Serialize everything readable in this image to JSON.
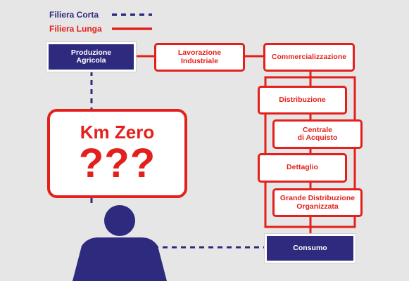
{
  "legend": {
    "short_chain": "Filiera Corta",
    "long_chain": "Filiera Lunga"
  },
  "colors": {
    "background": "#e6e6e6",
    "short_chain": "#2e2a7e",
    "long_chain": "#e3201b"
  },
  "nodes": {
    "produzione_line1": "Produzione",
    "produzione_line2": "Agricola",
    "lavorazione_line1": "Lavorazione",
    "lavorazione_line2": "Industriale",
    "commercializzazione": "Commercializzazione",
    "distribuzione": "Distribuzione",
    "centrale_line1": "Centrale",
    "centrale_line2": "di Acquisto",
    "dettaglio": "Dettaglio",
    "gdo_line1": "Grande Distribuzione",
    "gdo_line2": "Organizzata",
    "consumo": "Consumo"
  },
  "km_zero": {
    "title": "Km Zero",
    "marks": "???"
  },
  "icons": {
    "consumer": "person-icon"
  }
}
